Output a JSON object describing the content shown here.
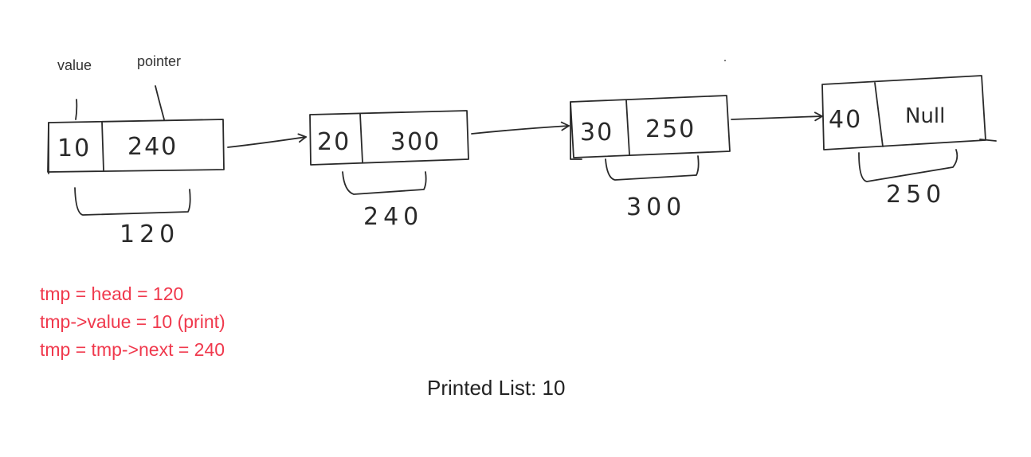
{
  "labels": {
    "value": "value",
    "pointer": "pointer"
  },
  "nodes": [
    {
      "value": "10",
      "pointer": "240",
      "address": "120"
    },
    {
      "value": "20",
      "pointer": "300",
      "address": "240"
    },
    {
      "value": "30",
      "pointer": "250",
      "address": "300"
    },
    {
      "value": "40",
      "pointer": "Null",
      "address": "250"
    }
  ],
  "trace": {
    "color": "#f0394d",
    "lines": [
      "tmp = head = 120",
      "tmp->value = 10 (print)",
      "tmp = tmp->next = 240"
    ]
  },
  "printed_list": "Printed List: 10"
}
